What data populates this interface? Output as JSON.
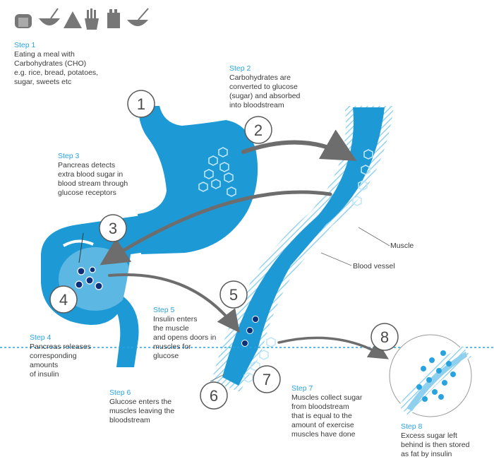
{
  "food_icons": [
    "bread-icon",
    "bowl-icon",
    "sugar-icon",
    "fries-icon",
    "sweets-icon",
    "cereal-icon"
  ],
  "steps": [
    {
      "title": "Step 1",
      "lines": [
        "Eating a meal with",
        "Carbohydrates (CHO)",
        "e.g. rice, bread, potatoes,",
        "sugar, sweets etc"
      ]
    },
    {
      "title": "Step 2",
      "lines": [
        "Carbohydrates are",
        "converted to glucose",
        "(sugar) and absorbed",
        "into bloodstream"
      ]
    },
    {
      "title": "Step 3",
      "lines": [
        "Pancreas detects",
        "extra blood sugar in",
        "blood stream through",
        "glucose receptors"
      ]
    },
    {
      "title": "Step 4",
      "lines": [
        "Pancreas releases",
        "corresponding",
        "amounts",
        "of insulin"
      ]
    },
    {
      "title": "Step 5",
      "lines": [
        "Insulin enters",
        "the muscle",
        "and opens doors in",
        "muscles for",
        "glucose"
      ]
    },
    {
      "title": "Step 6",
      "lines": [
        "Glucose enters the",
        "muscles leaving the",
        "bloodstream"
      ]
    },
    {
      "title": "Step 7",
      "lines": [
        "Muscles collect sugar",
        "from bloodstream",
        "that is equal to the",
        "amount of exercise",
        "muscles have done"
      ]
    },
    {
      "title": "Step 8",
      "lines": [
        "Excess sugar left",
        "behind is then stored",
        "as fat by insulin"
      ]
    }
  ],
  "labels": {
    "muscle": "Muscle",
    "blood_vessel": "Blood vessel"
  },
  "markers": [
    "1",
    "2",
    "3",
    "4",
    "5",
    "6",
    "7",
    "8"
  ],
  "colors": {
    "organ": "#1d9ad6",
    "vessel": "#8fd0ef",
    "accent": "#29a3e0",
    "arrow": "#6d6d6d",
    "insulin": "#0b2f7a"
  }
}
